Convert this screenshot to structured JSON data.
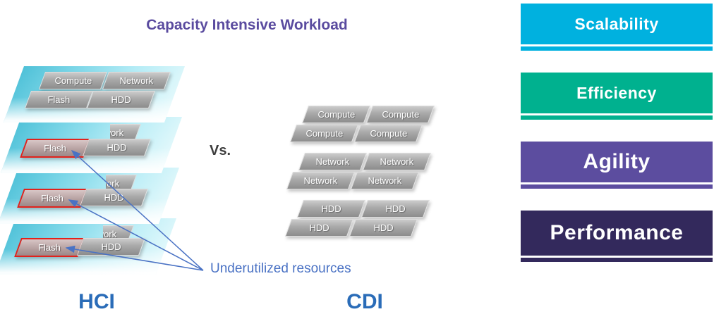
{
  "title": "Capacity Intensive Workload",
  "vs_label": "Vs.",
  "annotation": {
    "text": "Underutilized resources",
    "color": "#4a72c4"
  },
  "hci": {
    "label": "HCI",
    "top_layer": {
      "compute": "Compute",
      "network": "Network",
      "flash": "Flash",
      "hdd": "HDD"
    },
    "lower_layers": [
      {
        "network": "Network",
        "flash": "Flash",
        "hdd": "HDD"
      },
      {
        "network": "Network",
        "flash": "Flash",
        "hdd": "HDD"
      },
      {
        "network": "Network",
        "flash": "Flash",
        "hdd": "HDD"
      }
    ]
  },
  "cdi": {
    "label": "CDI",
    "compute_tiles": [
      "Compute",
      "Compute",
      "Compute",
      "Compute"
    ],
    "network_tiles": [
      "Network",
      "Network",
      "Network",
      "Network"
    ],
    "hdd_tiles": [
      "HDD",
      "HDD",
      "HDD",
      "HDD"
    ]
  },
  "banners": [
    {
      "label": "Scalability",
      "color": "#00b1df"
    },
    {
      "label": "Efficiency",
      "color": "#00b18f"
    },
    {
      "label": "Agility",
      "color": "#5c4d9f"
    },
    {
      "label": "Performance",
      "color": "#33295c"
    }
  ],
  "colors": {
    "title": "#5a4b9f",
    "stack_labels": "#2a6cb8",
    "flash_outline": "#e2221c",
    "arrow": "#4a72c4",
    "slab_cyan": "#4fc1d8",
    "tile_gray": "#a8a8a8"
  }
}
